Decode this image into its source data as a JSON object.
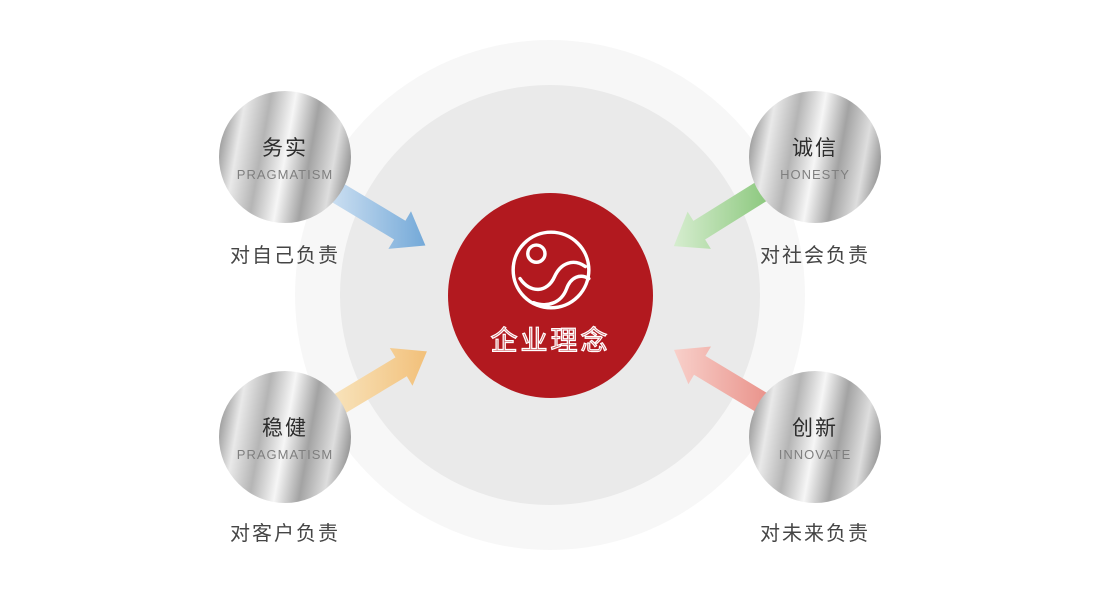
{
  "diagram": {
    "center": {
      "label": "企业理念",
      "logo": "double-s-circle-logo"
    },
    "nodes": [
      {
        "position": "top-left",
        "title": "务实",
        "subtitle": "PRAGMATISM",
        "caption": "对自己负责"
      },
      {
        "position": "top-right",
        "title": "诚信",
        "subtitle": "HONESTY",
        "caption": "对社会负责"
      },
      {
        "position": "bottom-left",
        "title": "稳健",
        "subtitle": "PRAGMATISM",
        "caption": "对客户负责"
      },
      {
        "position": "bottom-right",
        "title": "创新",
        "subtitle": "INNOVATE",
        "caption": "对未来负责"
      }
    ],
    "colors": {
      "center_circle": "#b2191f",
      "inner_halo": "#eaeaea",
      "outer_halo": "#f7f7f7",
      "arrow_blue": [
        "#cadef1",
        "#74a9d8"
      ],
      "arrow_green": [
        "#d6edcf",
        "#8cc87e"
      ],
      "arrow_orange": [
        "#f8e4bd",
        "#f2c07a"
      ],
      "arrow_red": [
        "#f8d0ca",
        "#e9928a"
      ]
    }
  }
}
